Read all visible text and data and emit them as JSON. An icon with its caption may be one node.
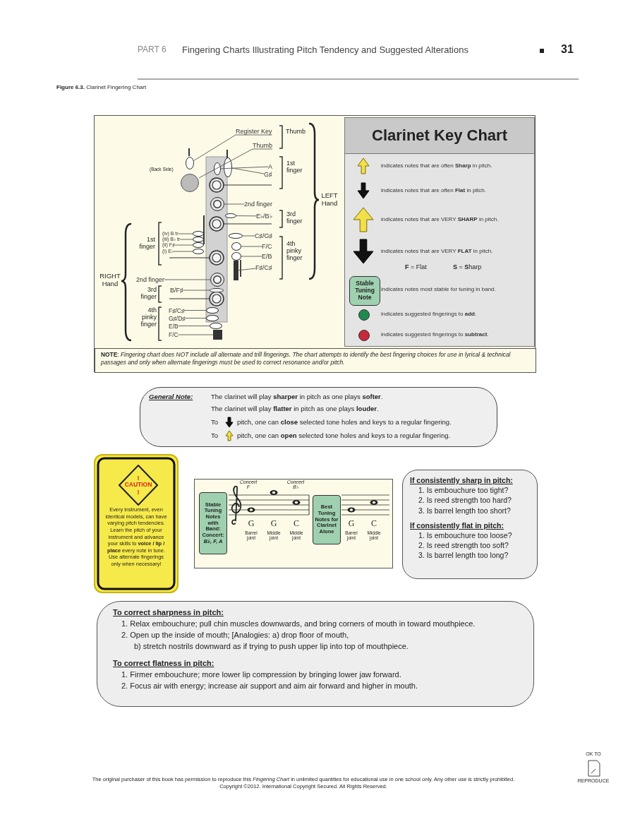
{
  "diagram": {
    "caption": "**Figure 6.3.** Clarinet Fingering Chart",
    "nodes": [
      {
        "text": [],
        "shape": "box"
      },
      {
        "text": [
          "Register Key"
        ],
        "in": 0
      },
      {
        "text": [
          "Thumb"
        ],
        "in": 0
      },
      {
        "text": [
          "A"
        ],
        "in": 0
      },
      {
        "text": [
          "G♯"
        ],
        "in": 0
      },
      {
        "text": [
          "2nd finger"
        ],
        "in": 0
      },
      {
        "text": [
          "E♭/B♭"
        ],
        "in": 0
      },
      {
        "text": [
          "C♯/G♯"
        ],
        "in": 0
      },
      {
        "text": [
          "F/C"
        ],
        "in": 0
      },
      {
        "text": [
          "E/B"
        ],
        "in": 0
      },
      {
        "text": [
          "F♯/C♯"
        ],
        "in": 0
      },
      {
        "text": [
          "(iv) B tr"
        ],
        "in": 0
      },
      {
        "text": [
          "(iii) B♭ tr"
        ],
        "in": 0
      },
      {
        "text": [
          "(ii) F♯"
        ],
        "in": 0
      },
      {
        "text": [
          "(i) E♭"
        ],
        "in": 0
      },
      {
        "text": [
          "2nd finger"
        ],
        "in": 0
      },
      {
        "text": [
          "B/F♯"
        ],
        "in": 0
      },
      {
        "text": [
          "F♯/C♯"
        ],
        "in": 0
      },
      {
        "text": [
          "G♯/D♯"
        ],
        "in": 0
      },
      {
        "text": [
          "E/B"
        ],
        "in": 0
      },
      {
        "text": [
          "F/C"
        ],
        "in": 0
      },
      {
        "text": [
          "Clarinet Key Chart"
        ],
        "in": 0
      },
      {
        "text": [
          "Stable Tuning Note"
        ],
        "in": 21
      },
      {
        "text": [
          "**NOTE**: *Fingering chart does NOT include all alternate and trill fingerings. The chart attempts to identify the best fingering choices for use in lyrical & technical passages and only when alternate fingerings must be used to correct resonance and/or pitch.*"
        ],
        "in": 0
      },
      {
        "text": [
          "General Note:",
          "The clarinet will play **sharper** in pitch as one plays **softer**.",
          "The clarinet will play **flatter** in pitch as one plays **louder**.",
          "To",
          "pitch, one can **close** selected tone holes and keys to a regular fingering.",
          "To",
          "pitch, one can **open** selected tone holes and keys to a regular fingering."
        ]
      },
      {
        "text": [
          "Every instrument, even identical models, can have varying pitch tendencies. Learn the pitch of your instrument and advance your skills to **voice / lip / place** every note in tune. Use alternate fingerings only when necessary!"
        ]
      },
      {
        "text": [
          "!",
          "CAUTION",
          "!"
        ],
        "in": 25
      },
      {
        "text": [],
        "shape": "box"
      },
      {
        "text": [
          "Stable Tuning Notes with Band:",
          "Concert: *B♭, F, A*"
        ],
        "in": 27
      },
      {
        "text": [
          "Best Tuning Notes for Clarinet Alone"
        ],
        "in": 27
      },
      {
        "text": [
          "If consistently sharp in pitch:",
          "1. Is embouchure too tight?",
          "2. Is reed strength too hard?",
          "3. Is barrel length too short?",
          "If consistently flat in pitch:",
          "1. Is embouchure too loose?",
          "2. Is reed strength too soft?",
          "3. Is barrel length too long?"
        ]
      },
      {
        "text": [
          "To correct sharpness in pitch:",
          "1. Relax embouchure; pull chin muscles downwards, and bring corners of mouth in toward mouthpiece.",
          "2. Open up the inside of mouth; [Analogies: a) drop floor of mouth,",
          "b) stretch nostrils downward as if trying to push upper lip into top of mouthpiece.",
          "To correct flatness in pitch:",
          "1. Firmer embouchure; more lower lip compression by bringing lower jaw forward.",
          "2. Focus air with energy; increase air support and aim air forward and higher in mouth."
        ]
      },
      {
        "text": [],
        "shape": "oval",
        "in": 0
      },
      {
        "text": [],
        "shape": "circle",
        "in": 0
      },
      {
        "text": [],
        "shape": "oval",
        "in": 0
      },
      {
        "text": [],
        "shape": "oval",
        "in": 0
      },
      {
        "text": [],
        "shape": "circle",
        "in": 0
      },
      {
        "text": [],
        "shape": "oval",
        "in": 0
      },
      {
        "text": [],
        "shape": "oval",
        "in": 0
      },
      {
        "text": [],
        "shape": "oval",
        "in": 0
      },
      {
        "text": [],
        "shape": "oval",
        "in": 0
      },
      {
        "text": [],
        "shape": "bar",
        "in": 0
      },
      {
        "text": [],
        "shape": "oval",
        "in": 0
      },
      {
        "text": [],
        "shape": "oval",
        "in": 0
      },
      {
        "text": [],
        "shape": "oval",
        "in": 0
      },
      {
        "text": [],
        "shape": "oval",
        "in": 0
      },
      {
        "text": [],
        "shape": "circle",
        "in": 0
      },
      {
        "text": [],
        "shape": "oval",
        "in": 0
      },
      {
        "text": [],
        "shape": "oval",
        "in": 0
      },
      {
        "text": [],
        "shape": "oval",
        "in": 0
      },
      {
        "text": [],
        "shape": "oval",
        "in": 0
      },
      {
        "text": [],
        "shape": "bar",
        "in": 0
      }
    ],
    "edges": [
      {
        "from": 1,
        "to": 32,
        "arrow": "none"
      },
      {
        "from": 2,
        "to": 33,
        "arrow": "none"
      },
      {
        "from": 3,
        "to": 34,
        "arrow": "none"
      },
      {
        "from": 4,
        "to": 35,
        "arrow": "none"
      },
      {
        "from": 5,
        "to": 36,
        "arrow": "none"
      },
      {
        "from": 6,
        "to": 37,
        "arrow": "none"
      },
      {
        "from": 7,
        "to": 38,
        "arrow": "none"
      },
      {
        "from": 8,
        "to": 39,
        "arrow": "none"
      },
      {
        "from": 9,
        "to": 40,
        "arrow": "none"
      },
      {
        "from": 10,
        "to": 41,
        "arrow": "none"
      },
      {
        "from": 11,
        "to": 42,
        "arrow": "none"
      },
      {
        "from": 12,
        "to": 43,
        "arrow": "none"
      },
      {
        "from": 13,
        "to": 44,
        "arrow": "none"
      },
      {
        "from": 14,
        "to": 45,
        "arrow": "none"
      },
      {
        "from": 15,
        "to": 46,
        "arrow": "none"
      },
      {
        "from": 16,
        "to": 47,
        "arrow": "none"
      },
      {
        "from": 17,
        "to": 48,
        "arrow": "none"
      },
      {
        "from": 18,
        "to": 49,
        "arrow": "none"
      },
      {
        "from": 19,
        "to": 50,
        "arrow": "none"
      },
      {
        "from": 20,
        "to": 51,
        "arrow": "none"
      }
    ],
    "labels": [
      "PART 6",
      "Fingering Charts Illustrating Pitch Tendency and Suggested Alterations",
      "31",
      "(Back Side)",
      "Thumb",
      "1st finger",
      "3rd finger",
      "4th pinky finger",
      "LEFT Hand",
      "1st finger",
      "RIGHT Hand",
      "3rd finger",
      "4th pinky finger",
      "**F** = Flat",
      "**S** = **S**harp",
      "Concert F",
      "Concert B♭",
      "G",
      "G",
      "C",
      "G",
      "C",
      "Barrel joint",
      "Middle joint",
      "Middle joint",
      "Barrel joint",
      "Middle joint",
      "The original purchaser of this book has permission to reproduce this *Fingering Chart* in unlimited quantities for educational use in one school only. Any other use is strictly prohibited.",
      "Copyright ©2012. International Copyright Secured. All Rights Reserved.",
      "OK TO",
      "REPRODUCE"
    ],
    "legend": [
      {
        "text": "indicates notes that are often **Sharp** in pitch."
      },
      {
        "text": "indicates notes that are often **Flat** in pitch."
      },
      {
        "text": "indicates notes that are VERY **SHARP** in pitch."
      },
      {
        "text": "indicates notes that are VERY **FLAT** in pitch."
      },
      {
        "text": "indicates notes most stable for tuning in band."
      },
      {
        "text": "indicates suggested fingerings to **add**.",
        "color": "#1e8a4f"
      },
      {
        "text": "indicates suggested fingerings to **subtract**.",
        "color": "#c8283c"
      }
    ]
  }
}
